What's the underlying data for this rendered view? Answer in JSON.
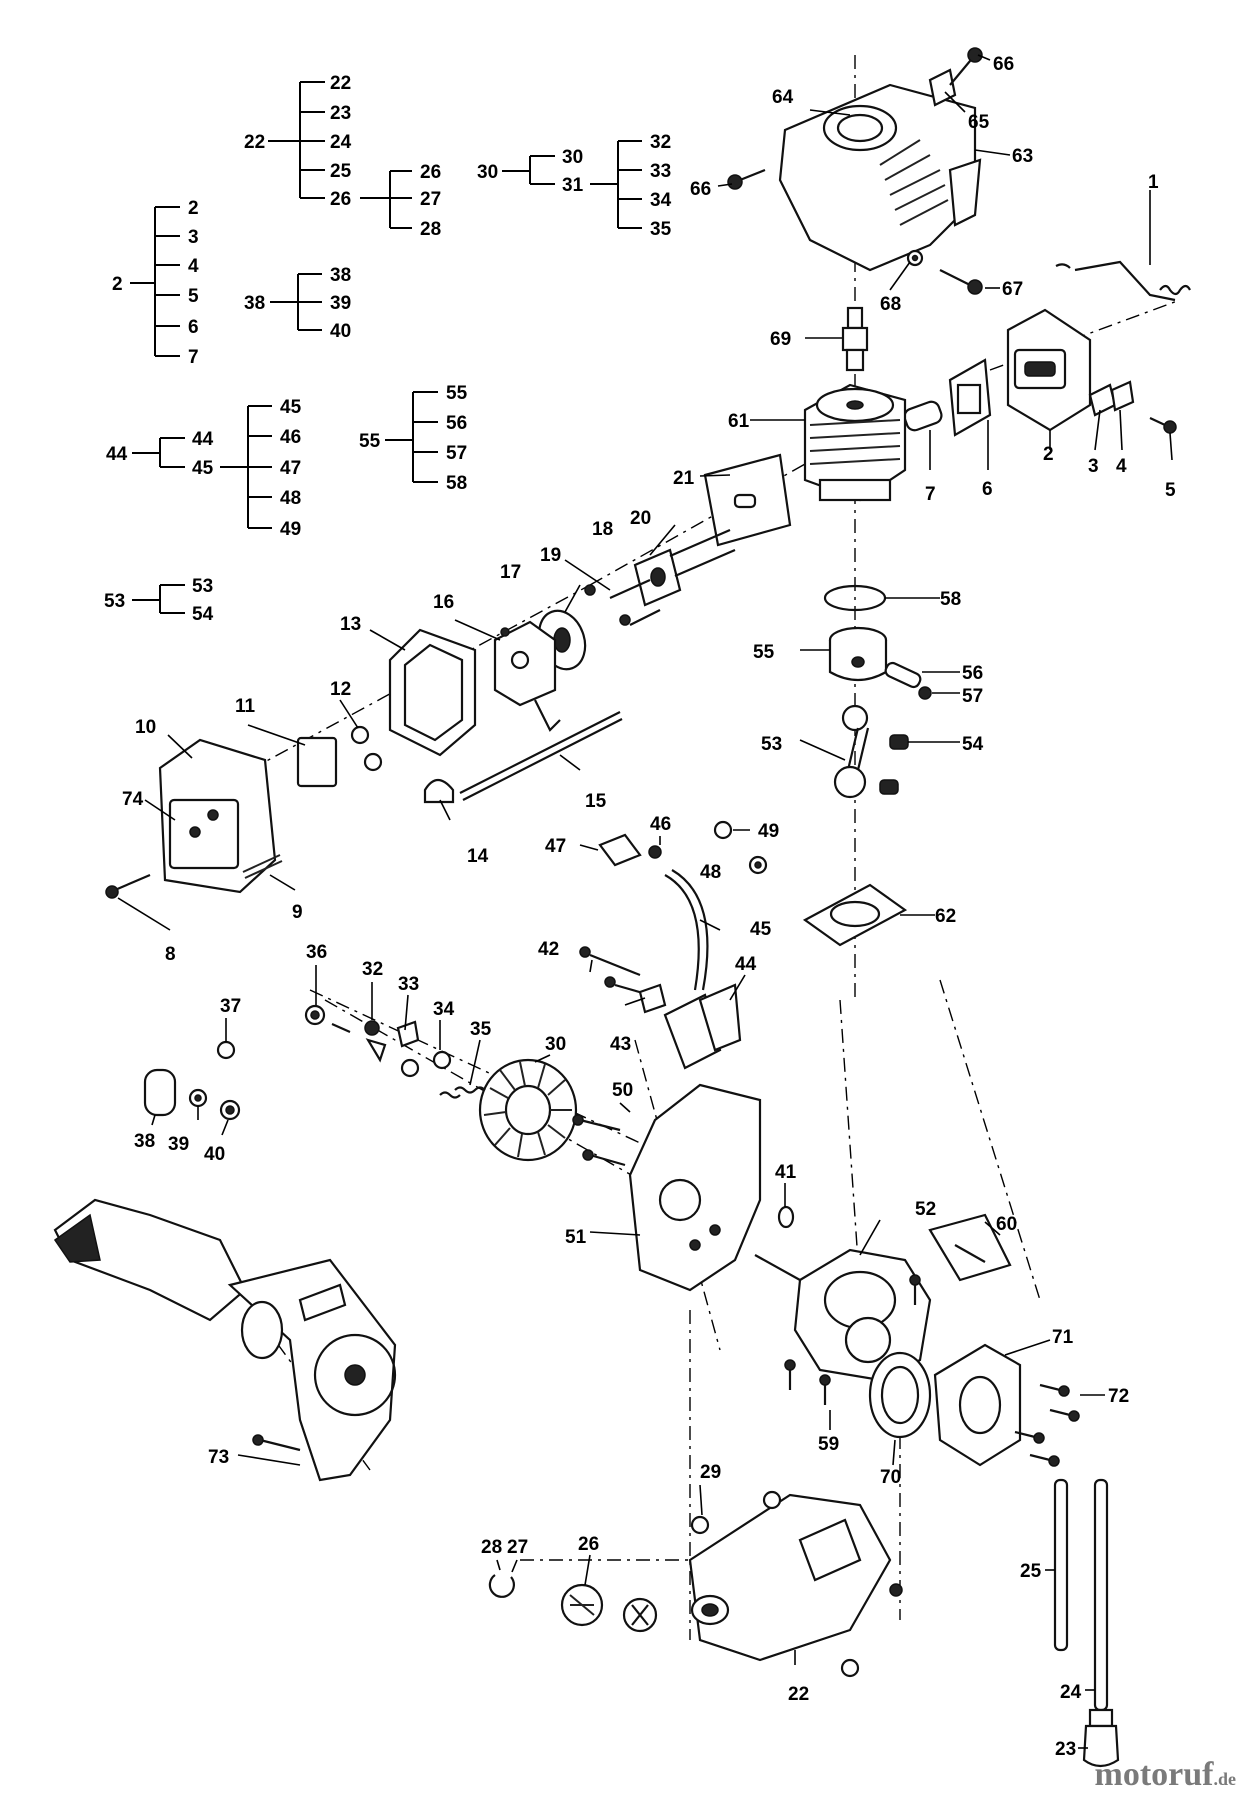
{
  "watermark": {
    "brand": "motoruf",
    "tld": ".de"
  },
  "kits": [
    {
      "kit": "2",
      "parts": [
        "2",
        "3",
        "4",
        "5",
        "6",
        "7"
      ]
    },
    {
      "kit": "22",
      "parts": [
        "22",
        "23",
        "24",
        "25",
        "26"
      ],
      "sub": {
        "from": "26",
        "parts": [
          "26",
          "27",
          "28"
        ]
      }
    },
    {
      "kit": "30",
      "parts": [
        "30",
        "31"
      ],
      "sub": {
        "from": "31",
        "parts": [
          "32",
          "33",
          "34",
          "35"
        ]
      }
    },
    {
      "kit": "38",
      "parts": [
        "38",
        "39",
        "40"
      ]
    },
    {
      "kit": "44",
      "parts": [
        "44",
        "45"
      ],
      "sub": {
        "from": "45",
        "parts": [
          "45",
          "46",
          "47",
          "48",
          "49"
        ]
      }
    },
    {
      "kit": "55",
      "parts": [
        "55",
        "56",
        "57",
        "58"
      ]
    },
    {
      "kit": "53",
      "parts": [
        "53",
        "54"
      ]
    }
  ],
  "callouts": [
    "1",
    "2",
    "3",
    "4",
    "5",
    "6",
    "7",
    "8",
    "9",
    "10",
    "11",
    "12",
    "13",
    "14",
    "15",
    "16",
    "17",
    "18",
    "19",
    "20",
    "21",
    "22",
    "23",
    "24",
    "25",
    "26",
    "27",
    "28",
    "29",
    "30",
    "32",
    "33",
    "34",
    "35",
    "36",
    "37",
    "38",
    "39",
    "40",
    "41",
    "42",
    "43",
    "44",
    "45",
    "46",
    "47",
    "48",
    "49",
    "50",
    "51",
    "52",
    "53",
    "54",
    "55",
    "56",
    "57",
    "58",
    "59",
    "60",
    "61",
    "62",
    "63",
    "64",
    "65",
    "66",
    "66",
    "67",
    "68",
    "69",
    "70",
    "71",
    "72",
    "73",
    "74"
  ]
}
